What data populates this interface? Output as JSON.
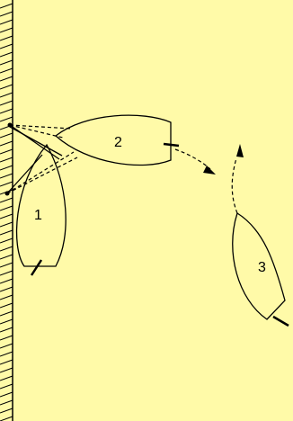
{
  "diagram": {
    "background_color": "#fffaa8",
    "stroke_color": "#000000",
    "boats": [
      {
        "label": "1"
      },
      {
        "label": "2"
      },
      {
        "label": "3"
      }
    ]
  }
}
